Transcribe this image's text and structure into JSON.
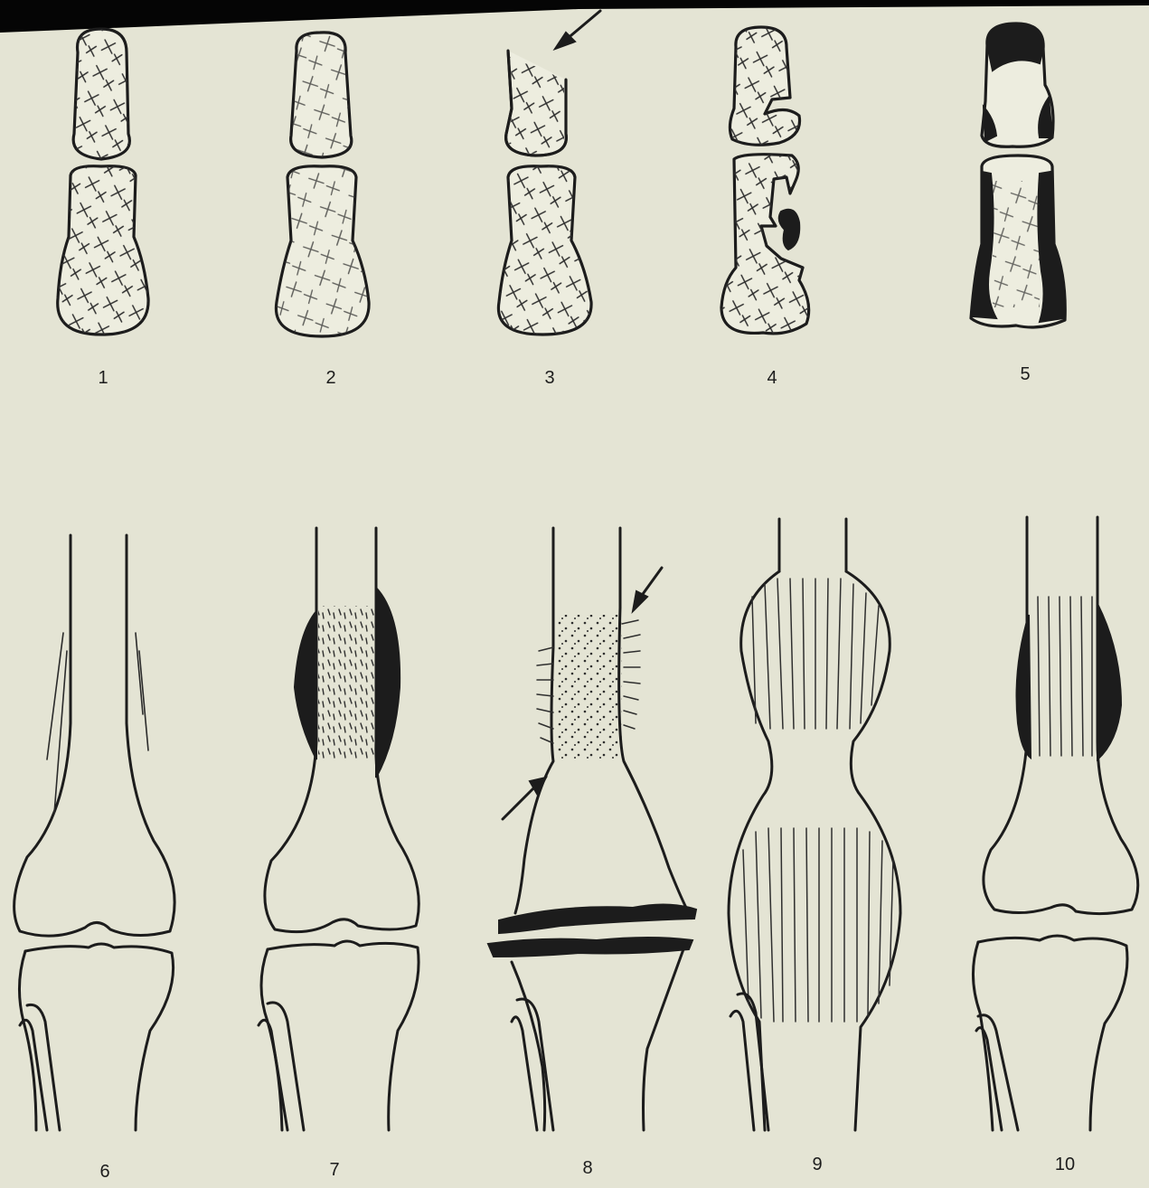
{
  "figure": {
    "labels": [
      "1",
      "2",
      "3",
      "4",
      "5",
      "6",
      "7",
      "8",
      "9",
      "10"
    ]
  },
  "colors": {
    "paper": "#e4e4d4",
    "ink": "#1c1c1c",
    "bone_fill": "#ededdf",
    "top_band": "#000000"
  }
}
